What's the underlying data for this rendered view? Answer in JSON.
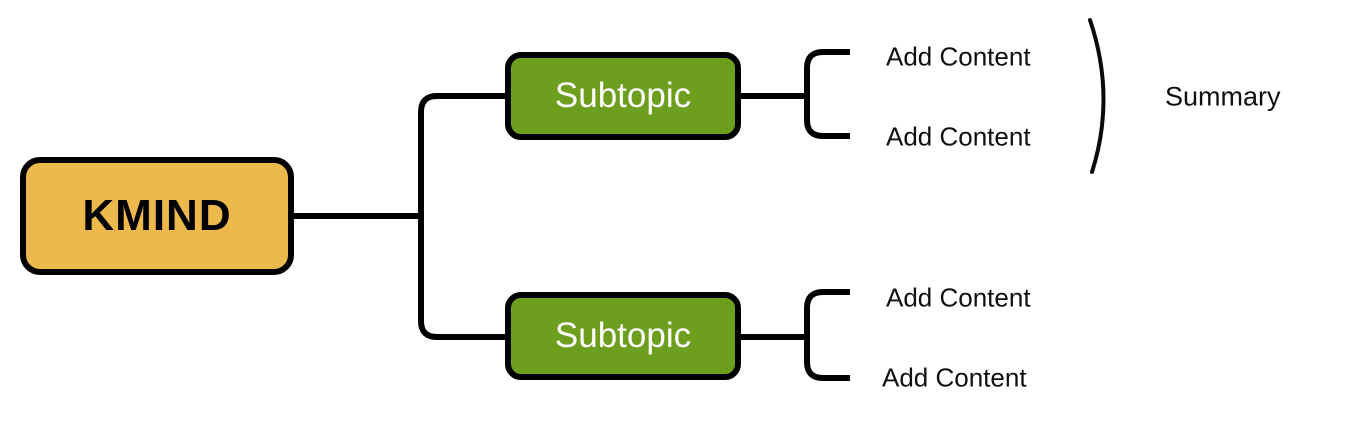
{
  "diagram": {
    "type": "mind-map",
    "orientation": "left-to-right",
    "background_color": "#FFFFFF",
    "root": {
      "label": "KMIND",
      "fill_color": "#EDB84C",
      "text_color": "#000000",
      "border_color": "#000000"
    },
    "branches": [
      {
        "id": "branch-top",
        "node": {
          "label": "Subtopic",
          "fill_color": "#6E9E1D",
          "text_color": "#FFFFFF",
          "border_color": "#000000"
        },
        "leaves": [
          {
            "label": "Add Content"
          },
          {
            "label": "Add Content"
          }
        ],
        "annotation": {
          "label": "Summary",
          "text_color": "#101010",
          "bracket": "closing-arc"
        }
      },
      {
        "id": "branch-bottom",
        "node": {
          "label": "Subtopic",
          "fill_color": "#6E9E1D",
          "text_color": "#FFFFFF",
          "border_color": "#000000"
        },
        "leaves": [
          {
            "label": "Add Content"
          },
          {
            "label": "Add Content"
          }
        ],
        "annotation": null
      }
    ],
    "connector_color": "#000000"
  }
}
